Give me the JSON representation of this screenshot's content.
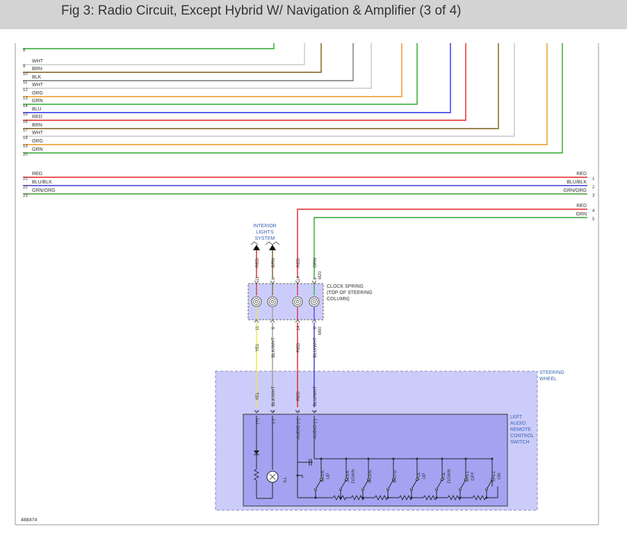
{
  "page_title": "Fig 3: Radio Circuit, Except Hybrid W/ Navigation & Amplifier (3 of 4)",
  "diagram_id": "488474",
  "colors": {
    "WHT": "#c8c8c8",
    "BRN": "#7a5a10",
    "BLK": "#777777",
    "ORG": "#f0941c",
    "GRN": "#2aa52a",
    "BLU": "#2828e6",
    "RED": "#e02020",
    "YEL": "#ece83a",
    "GRNORG": "#3c9a2a",
    "BLUBLK": "#3a3ad0",
    "box_light": "#ccccfa",
    "box_dark": "#a3a3f2",
    "label_blue": "#3a64b4"
  },
  "wires": [
    {
      "pin": "8",
      "color_code": "",
      "label": ""
    },
    {
      "pin": "9",
      "color_code": "WHT",
      "label": "WHT"
    },
    {
      "pin": "10",
      "color_code": "BRN",
      "label": "BRN"
    },
    {
      "pin": "11",
      "color_code": "BLK",
      "label": "BLK"
    },
    {
      "pin": "12",
      "color_code": "WHT",
      "label": "WHT"
    },
    {
      "pin": "13",
      "color_code": "ORG",
      "label": "ORG"
    },
    {
      "pin": "14",
      "color_code": "GRN",
      "label": "GRN"
    },
    {
      "pin": "15",
      "color_code": "BLU",
      "label": "BLU"
    },
    {
      "pin": "16",
      "color_code": "RED",
      "label": "RED"
    },
    {
      "pin": "17",
      "color_code": "BRN",
      "label": "BRN"
    },
    {
      "pin": "18",
      "color_code": "WHT",
      "label": "WHT"
    },
    {
      "pin": "19",
      "color_code": "ORG",
      "label": "ORG"
    },
    {
      "pin": "20",
      "color_code": "GRN",
      "label": "GRN"
    }
  ],
  "through_wires": [
    {
      "left_pin": "21",
      "right_pin": "1",
      "label": "RED",
      "color_code": "RED"
    },
    {
      "left_pin": "22",
      "right_pin": "2",
      "label": "BLU/BLK",
      "color_code": "BLUBLK"
    },
    {
      "left_pin": "23",
      "right_pin": "3",
      "label": "GRN/ORG",
      "color_code": "GRNORG"
    }
  ],
  "right_wires": [
    {
      "pin": "4",
      "label": "RED",
      "color_code": "RED"
    },
    {
      "pin": "5",
      "label": "GRN",
      "color_code": "GRN"
    }
  ],
  "interior_lights": {
    "line1": "INTERIOR",
    "line2": "LIGHTS",
    "line3": "SYSTEM"
  },
  "clock_spring": {
    "line1": "CLOCK SPRING",
    "line2": "(TOP OF STEERING",
    "line3": "COLUMN)",
    "top_wires": [
      {
        "color": "RED",
        "pin": "11"
      },
      {
        "color": "BRN",
        "pin": "6"
      },
      {
        "color": "RED",
        "pin": "14"
      },
      {
        "color": "GRN",
        "pin": "8",
        "extra": "M20"
      }
    ],
    "bottom_wires": [
      {
        "color": "YEL",
        "pin": "11"
      },
      {
        "color": "BLK/WHT",
        "pin": "6"
      },
      {
        "color": "RED",
        "pin": "14"
      },
      {
        "color": "BLU/WHT",
        "pin": "8",
        "extra": "M90"
      }
    ]
  },
  "steering_wheel": {
    "line1": "STEERING",
    "line2": "WHEEL"
  },
  "switch_label": {
    "line1": "LEFT",
    "line2": "AUDIO",
    "line3": "REMOTE",
    "line4": "CONTROL",
    "line5": "SWITCH"
  },
  "switch_pins": [
    {
      "pin": "1",
      "color": "YEL",
      "terminal": "(+)"
    },
    {
      "pin": "6",
      "color": "BLK/WHT",
      "terminal": "(-)"
    },
    {
      "pin": "2",
      "color": "RED",
      "terminal": "AUDIO (+)"
    },
    {
      "pin": "5",
      "color": "BLU/WHT",
      "terminal": "AUDIO (-)"
    }
  ],
  "ill_label": "ILL",
  "buttons": [
    {
      "line1": "SEEK",
      "line2": "UP"
    },
    {
      "line1": "SEEK",
      "line2": "DOWN"
    },
    {
      "line1": "MODE",
      "line2": ""
    },
    {
      "line1": "MUTE",
      "line2": ""
    },
    {
      "line1": "VOL",
      "line2": "UP"
    },
    {
      "line1": "VOL",
      "line2": "DOWN"
    },
    {
      "line1": "CALL",
      "line2": "OFF"
    },
    {
      "line1": "CALL",
      "line2": "ON"
    }
  ]
}
